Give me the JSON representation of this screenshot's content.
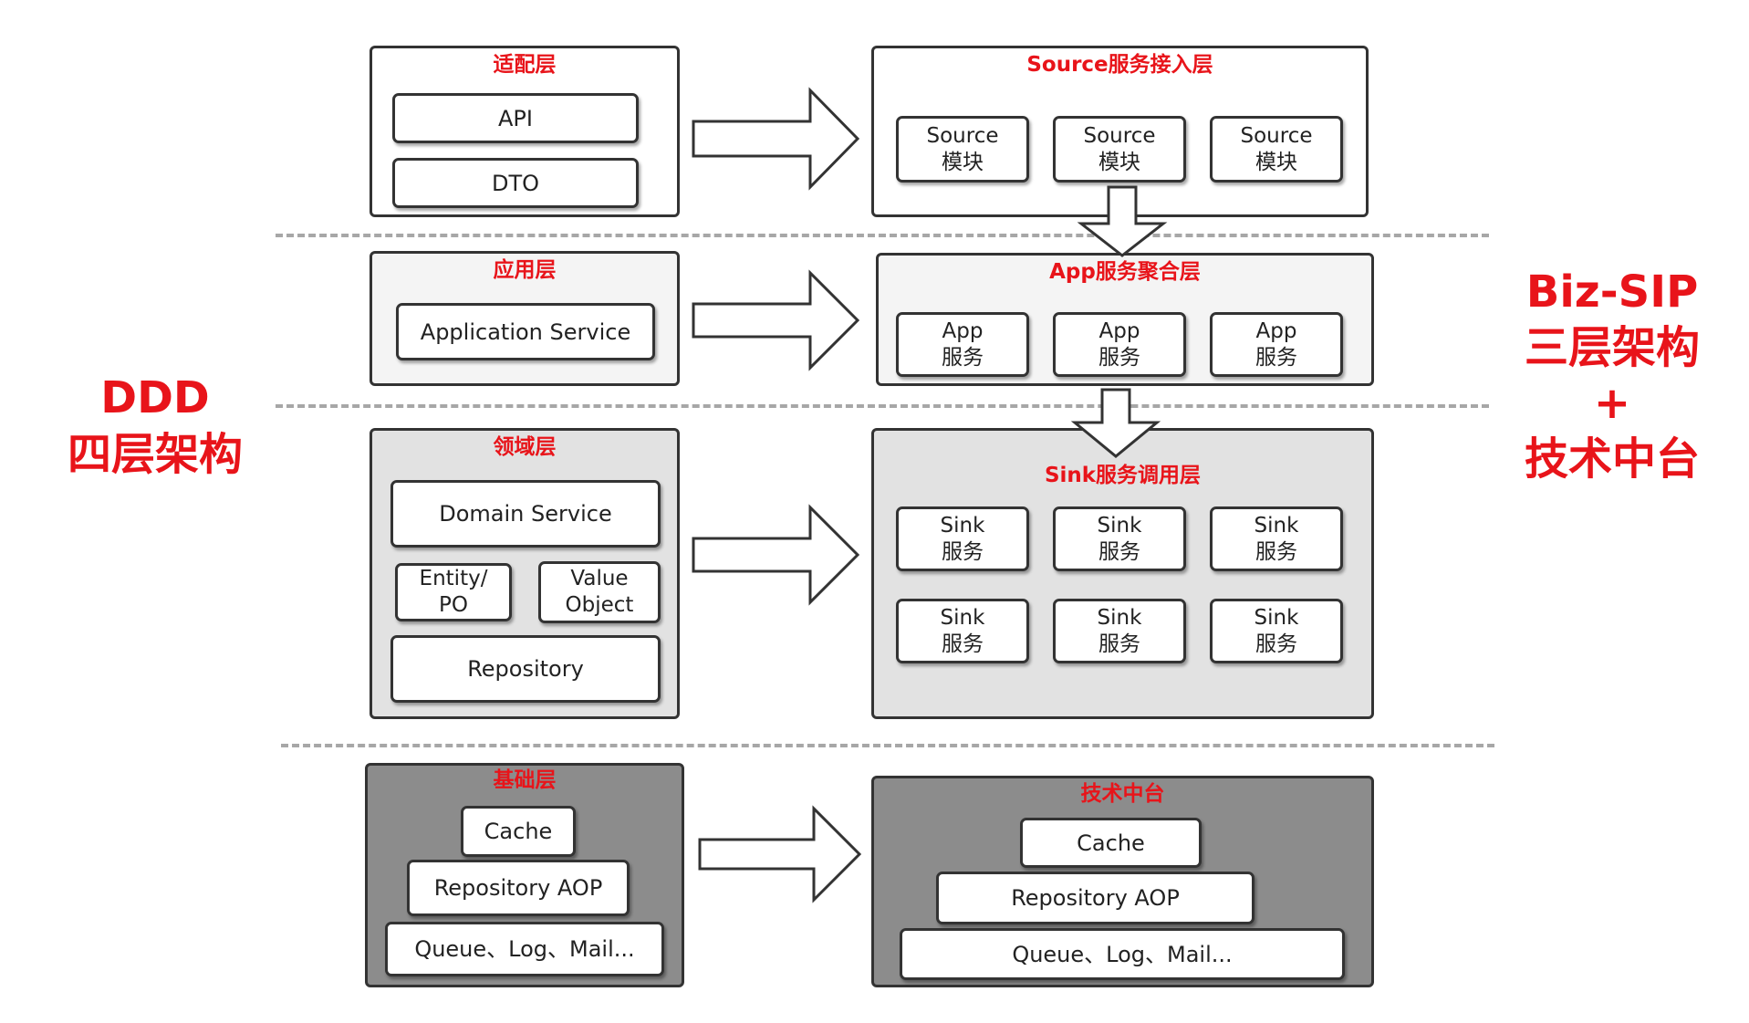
{
  "ddd_label": {
    "line1": "DDD",
    "line2": "四层架构"
  },
  "bizsip_label": {
    "line1": "Biz-SIP",
    "line2": "三层架构",
    "plus": "+",
    "line3": "技术中台"
  },
  "left": {
    "adapter": {
      "title": "适配层",
      "items": [
        "API",
        "DTO"
      ]
    },
    "application": {
      "title": "应用层",
      "items": [
        "Application Service"
      ]
    },
    "domain": {
      "title": "领域层",
      "domain_service": "Domain Service",
      "entity": {
        "line1": "Entity/",
        "line2": "PO"
      },
      "value_object": {
        "line1": "Value",
        "line2": "Object"
      },
      "repository": "Repository"
    },
    "infrastructure": {
      "title": "基础层",
      "items": [
        "Cache",
        "Repository AOP",
        "Queue、Log、Mail..."
      ]
    }
  },
  "right": {
    "source": {
      "title": "Source服务接入层",
      "modules": [
        {
          "line1": "Source",
          "line2": "模块"
        },
        {
          "line1": "Source",
          "line2": "模块"
        },
        {
          "line1": "Source",
          "line2": "模块"
        }
      ]
    },
    "app": {
      "title": "App服务聚合层",
      "modules": [
        {
          "line1": "App",
          "line2": "服务"
        },
        {
          "line1": "App",
          "line2": "服务"
        },
        {
          "line1": "App",
          "line2": "服务"
        }
      ]
    },
    "sink": {
      "title": "Sink服务调用层",
      "modules": [
        {
          "line1": "Sink",
          "line2": "服务"
        },
        {
          "line1": "Sink",
          "line2": "服务"
        },
        {
          "line1": "Sink",
          "line2": "服务"
        },
        {
          "line1": "Sink",
          "line2": "服务"
        },
        {
          "line1": "Sink",
          "line2": "服务"
        },
        {
          "line1": "Sink",
          "line2": "服务"
        }
      ]
    },
    "tech": {
      "title": "技术中台",
      "items": [
        "Cache",
        "Repository AOP",
        "Queue、Log、Mail..."
      ]
    }
  }
}
